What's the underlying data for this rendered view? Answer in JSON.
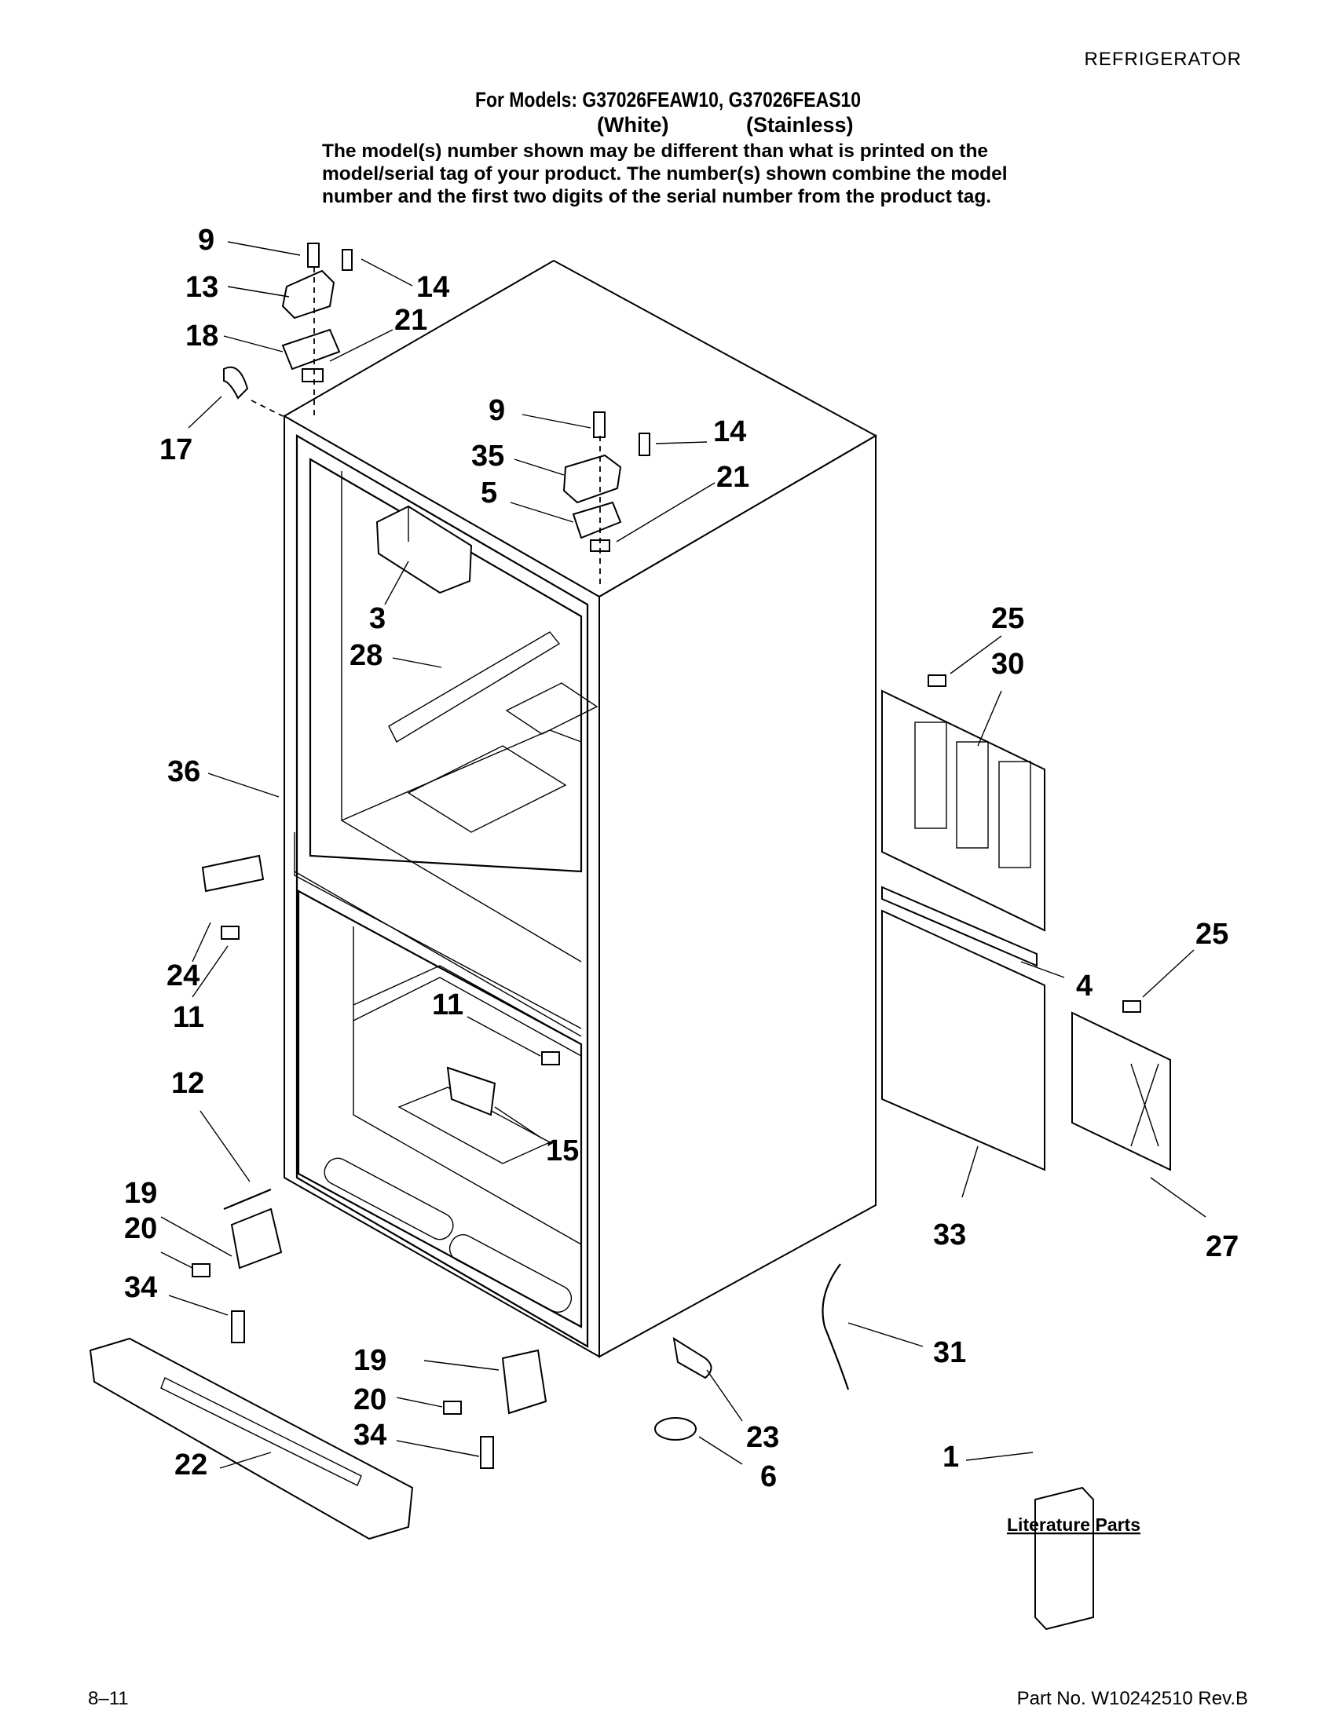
{
  "header": {
    "category": "REFRIGERATOR",
    "models_line": "For Models: G37026FEAW10, G37026FEAS10",
    "color_white": "(White)",
    "color_stainless": "(Stainless)",
    "note_lines": [
      "The model(s) number shown may be different than what is printed on the",
      "model/serial tag of your product. The number(s) shown combine the model",
      "number and the first two digits of the serial number from the product tag."
    ]
  },
  "callouts": {
    "c9a": "9",
    "c13": "13",
    "c14a": "14",
    "c21a": "21",
    "c18": "18",
    "c17": "17",
    "c9b": "9",
    "c14b": "14",
    "c35": "35",
    "c21b": "21",
    "c5": "5",
    "c3": "3",
    "c28": "28",
    "c36": "36",
    "c25a": "25",
    "c30": "30",
    "c25b": "25",
    "c4": "4",
    "c24": "24",
    "c11a": "11",
    "c11b": "11",
    "c15": "15",
    "c12": "12",
    "c19a": "19",
    "c20a": "20",
    "c34a": "34",
    "c33": "33",
    "c27": "27",
    "c31": "31",
    "c19b": "19",
    "c20b": "20",
    "c34b": "34",
    "c22": "22",
    "c23": "23",
    "c6": "6",
    "c1": "1"
  },
  "literature_label": "Literature Parts",
  "footer": {
    "date_code": "8–11",
    "part_number": "Part No. W10242510 Rev.B"
  }
}
